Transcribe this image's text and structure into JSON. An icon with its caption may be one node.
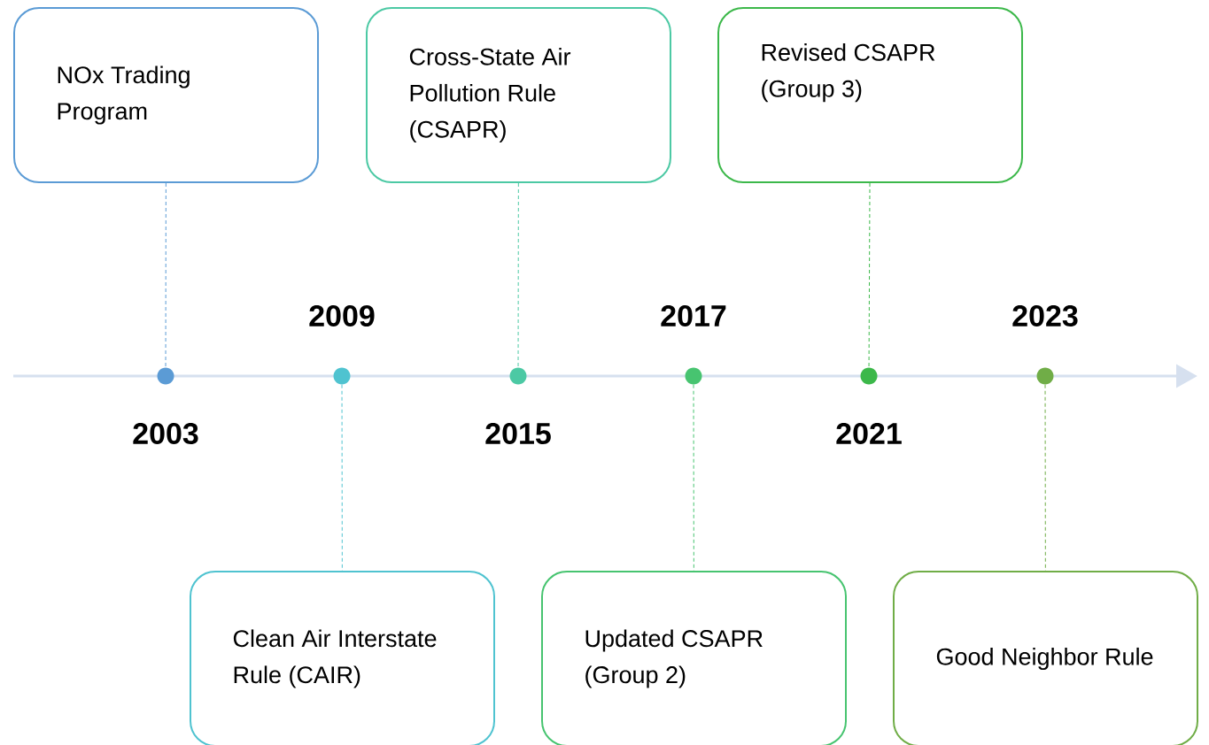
{
  "diagram": {
    "nodes": [
      {
        "text": [
          "NOx Trading Program"
        ]
      },
      {
        "text": [
          "Cross-State Air Pollution Rule (CSAPR)"
        ]
      },
      {
        "text": [
          "Revised CSAPR (Group 3)"
        ]
      },
      {
        "text": [],
        "shape": "circle",
        "beside": [
          "2003"
        ]
      },
      {
        "text": [],
        "shape": "circle",
        "beside": [
          "2009"
        ]
      },
      {
        "text": [],
        "shape": "circle",
        "beside": [
          "2015"
        ]
      },
      {
        "text": [],
        "shape": "circle",
        "beside": [
          "2017"
        ]
      },
      {
        "text": [],
        "shape": "circle",
        "beside": [
          "2021"
        ]
      },
      {
        "text": [],
        "shape": "circle",
        "beside": [
          "2023"
        ]
      },
      {
        "text": [
          "Clean Air Interstate Rule (CAIR)"
        ]
      },
      {
        "text": [
          "Updated CSAPR (Group 2)"
        ]
      },
      {
        "text": [
          "Good Neighbor Rule"
        ]
      }
    ],
    "edges": [
      {
        "from": 0,
        "to": 3,
        "arrow": "none",
        "style": "dashed",
        "color": "#5b9bd5"
      },
      {
        "from": 4,
        "to": 9,
        "arrow": "none",
        "style": "dashed",
        "color": "#4fc3d0"
      },
      {
        "from": 1,
        "to": 5,
        "arrow": "none",
        "style": "dashed",
        "color": "#4cc9a4"
      },
      {
        "from": 6,
        "to": 10,
        "arrow": "none",
        "style": "dashed",
        "color": "#47c470"
      },
      {
        "from": 2,
        "to": 7,
        "arrow": "none",
        "style": "dashed",
        "color": "#3cb84a"
      },
      {
        "from": 8,
        "to": 11,
        "arrow": "none",
        "style": "dashed",
        "color": "#70ad47"
      }
    ]
  }
}
